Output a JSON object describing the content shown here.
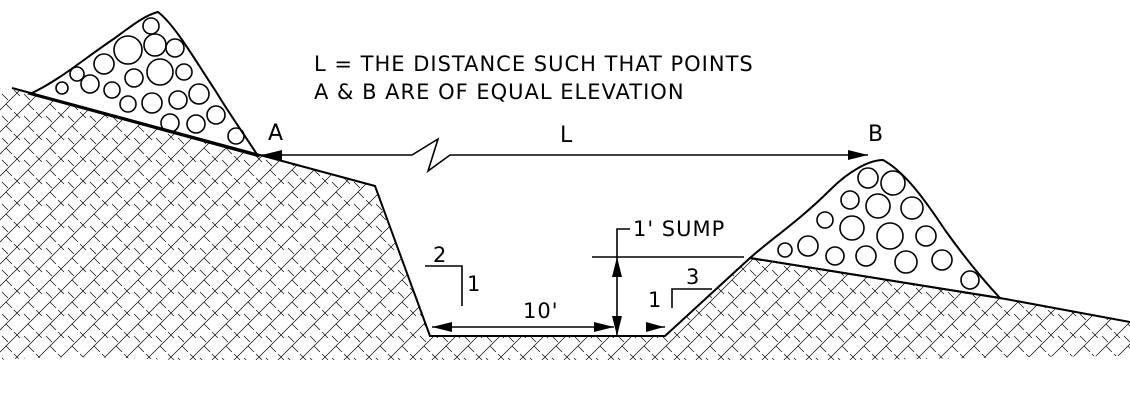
{
  "note": {
    "line1": "L = THE DISTANCE SUCH THAT POINTS",
    "line2": "A & B ARE OF EQUAL ELEVATION"
  },
  "points": {
    "a": "A",
    "b": "B",
    "l": "L"
  },
  "dimensions": {
    "bottom_width": "10'",
    "sump": "1' SUMP",
    "left_slope_run": "2",
    "left_slope_rise": "1",
    "right_slope_run": "3",
    "right_slope_rise": "1"
  }
}
